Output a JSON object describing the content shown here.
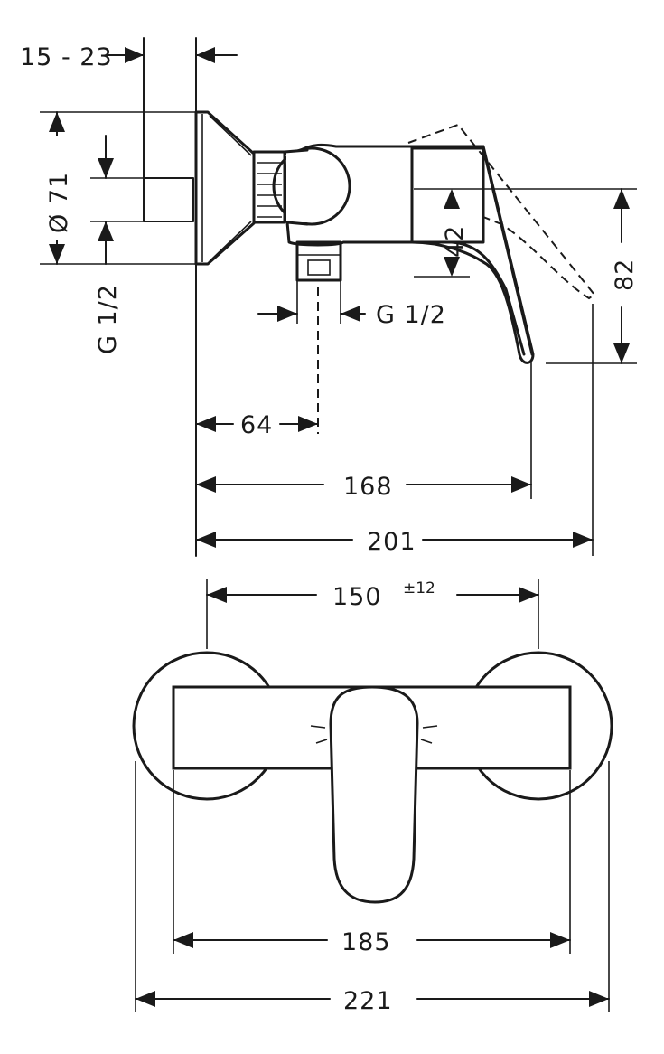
{
  "side_view": {
    "dims": {
      "wall_range": "15 - 23",
      "diameter": "Ø 71",
      "inlet_thread": "G 1/2",
      "outlet_thread": "G 1/2",
      "height_42": "42",
      "height_82": "82",
      "depth_64": "64",
      "depth_168": "168",
      "depth_201": "201"
    }
  },
  "front_view": {
    "dims": {
      "centres": "150",
      "centres_tolerance": "±12",
      "body_width": "185",
      "overall_width": "221"
    }
  },
  "colors": {
    "line": "#1a1a1a",
    "background": "#ffffff"
  }
}
